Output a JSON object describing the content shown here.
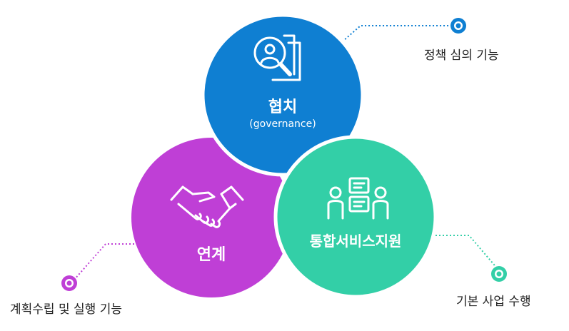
{
  "diagram": {
    "governance": {
      "title": "협치",
      "subtitle": "(governance)",
      "role": "정책 심의 기능",
      "color": "#0f7fd2",
      "icon": "person-search-icon"
    },
    "linkage": {
      "title": "연계",
      "role": "계획수립 및 실행 기능",
      "color": "#bf3fd6",
      "icon": "handshake-icon"
    },
    "integrated": {
      "title": "통합서비스지원",
      "role": "기본 사업 수행",
      "color": "#33cfa7",
      "icon": "people-chat-icon"
    }
  }
}
